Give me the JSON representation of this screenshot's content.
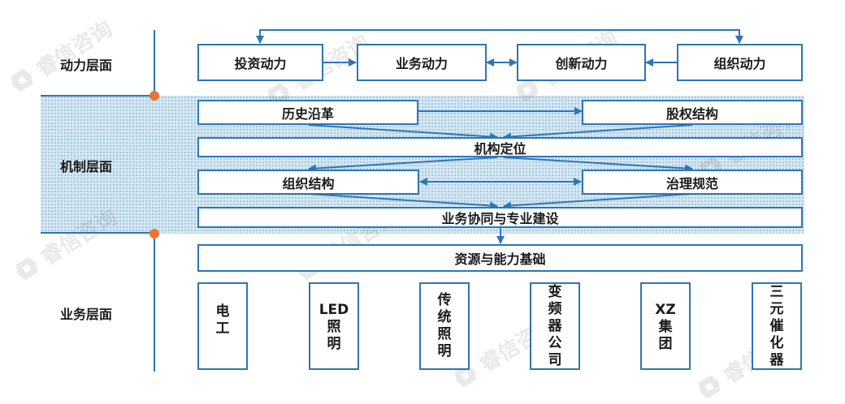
{
  "layers": {
    "dynamic": "动力层面",
    "mechanism": "机制层面",
    "business": "业务层面"
  },
  "dynamic_boxes": [
    "投资动力",
    "业务动力",
    "创新动力",
    "组织动力"
  ],
  "mechanism_boxes": {
    "history": "历史沿革",
    "equity": "股权结构",
    "positioning": "机构定位",
    "org_structure": "组织结构",
    "governance": "治理规范",
    "synergy": "业务协同与专业建设"
  },
  "resources_box": "资源与能力基础",
  "business_units": [
    "电工",
    "LED 照明",
    "传统照明",
    "变频器公司",
    "XZ 集团",
    "三元催化器"
  ],
  "watermark": {
    "text": "睿信咨询",
    "icon": "rx-logo-icon"
  },
  "colors": {
    "line": "#2e75b6",
    "dot": "#e8762b",
    "band": "#d3e8f4",
    "text": "#1a1a1a"
  }
}
